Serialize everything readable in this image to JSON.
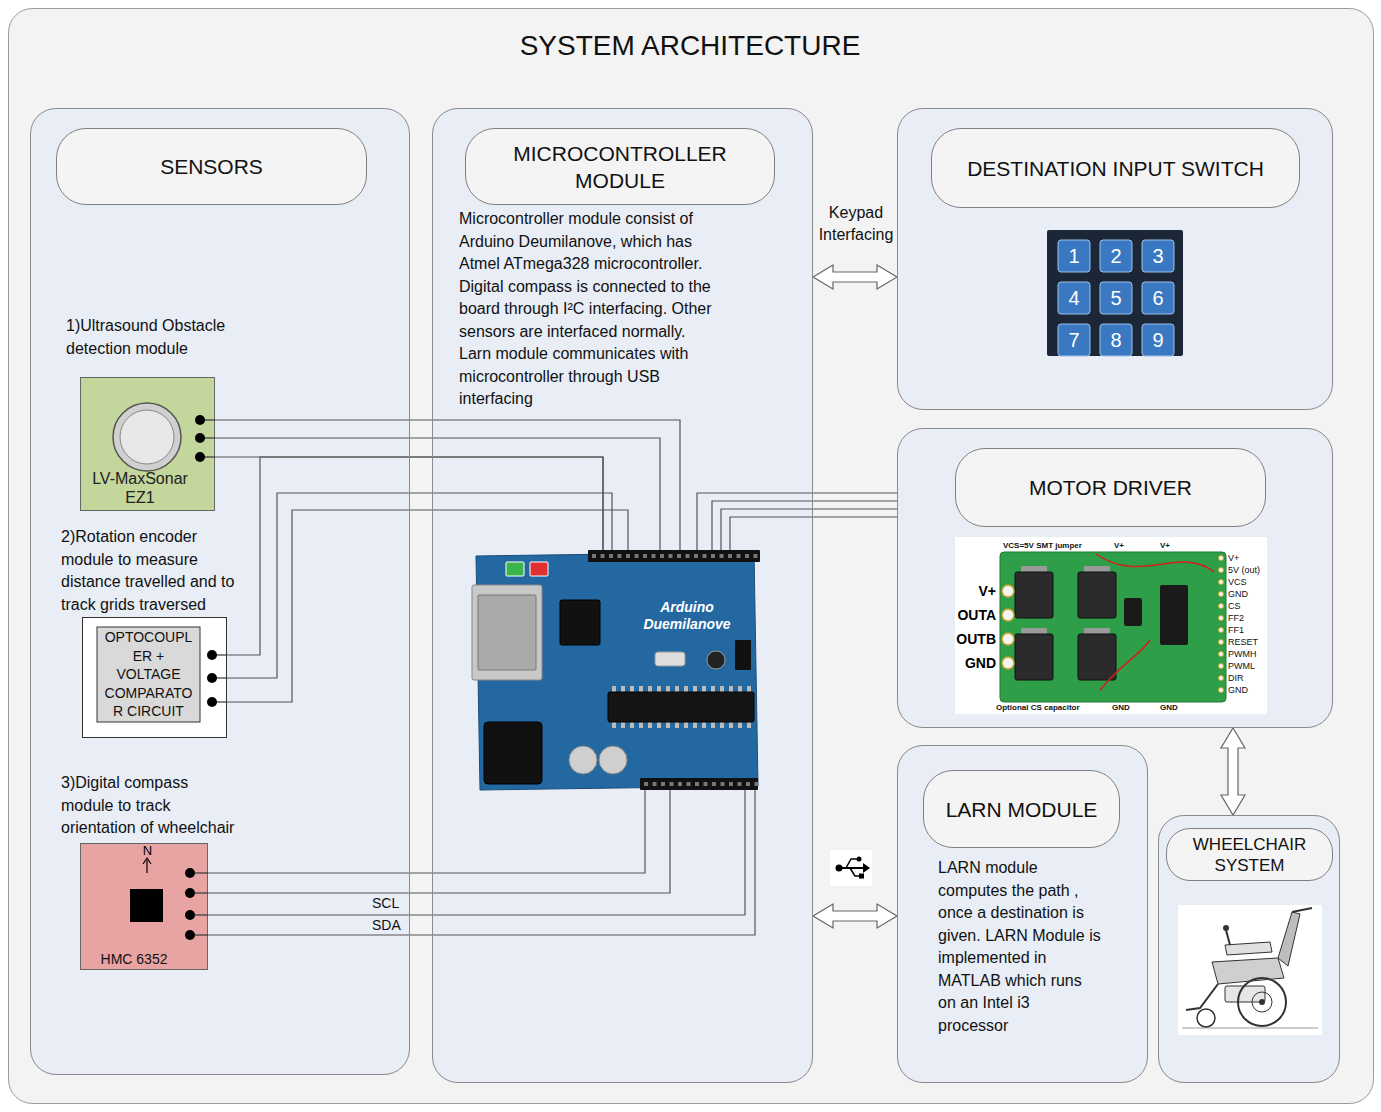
{
  "diagram": {
    "title": "SYSTEM ARCHITECTURE",
    "nodes": [
      {
        "text": [
          "SENSORS"
        ]
      },
      {
        "text": [
          "1)Ultrasound Obstacle detection module",
          "LV-MaxSonar EZ1"
        ],
        "in": 0
      },
      {
        "text": [
          "2)Rotation encoder module to measure distance travelled and to track grids traversed",
          "OPTOCOUPLER + VOLTAGE COMPARATOR CIRCUIT"
        ],
        "in": 0
      },
      {
        "text": [
          "3)Digital compass module to track orientation of wheelchair",
          "HMC 6352"
        ],
        "in": 0
      },
      {
        "text": [
          "MICROCONTROLLER MODULE",
          "Microcontroller module consist of Arduino Deumilanove, which has Atmel ATmega328 microcontroller. Digital compass is connected to the board through I²C interfacing. Other sensors are interfaced normally. Larn module communicates with microcontroller through USB interfacing"
        ]
      },
      {
        "text": [
          "Arduino Duemilanove"
        ],
        "in": 4
      },
      {
        "text": [
          "DESTINATION INPUT SWITCH"
        ]
      },
      {
        "text": [
          "MOTOR DRIVER"
        ]
      },
      {
        "text": [
          "LARN MODULE",
          "LARN module computes the path , once a destination is given. LARN Module is implemented in MATLAB which runs on an Intel i3 processor"
        ]
      },
      {
        "text": [
          "WHEELCHAIR SYSTEM"
        ]
      }
    ],
    "edges": [
      {
        "from": 1,
        "to": 5,
        "arrow": "none"
      },
      {
        "from": 1,
        "to": 5,
        "arrow": "none"
      },
      {
        "from": 1,
        "to": 5,
        "arrow": "none"
      },
      {
        "from": 2,
        "to": 5,
        "arrow": "none"
      },
      {
        "from": 2,
        "to": 5,
        "arrow": "none"
      },
      {
        "from": 2,
        "to": 5,
        "arrow": "none"
      },
      {
        "from": 7,
        "to": 5,
        "arrow": "none"
      },
      {
        "from": 7,
        "to": 5,
        "arrow": "none"
      },
      {
        "from": 7,
        "to": 5,
        "arrow": "none"
      },
      {
        "from": 7,
        "to": 5,
        "arrow": "none"
      },
      {
        "from": 3,
        "to": 5,
        "arrow": "none"
      },
      {
        "from": 3,
        "to": 5,
        "arrow": "none"
      },
      {
        "from": 3,
        "to": 5,
        "label": "SCL",
        "arrow": "none"
      },
      {
        "from": 3,
        "to": 5,
        "label": "SDA",
        "arrow": "none"
      },
      {
        "from": 4,
        "to": 6,
        "label": "Keypad Interfacing",
        "arrow": "both"
      },
      {
        "from": 4,
        "to": 8,
        "arrow": "both"
      },
      {
        "from": 7,
        "to": 9,
        "arrow": "both"
      }
    ],
    "labels": [
      "N",
      "1",
      "2",
      "3",
      "4",
      "5",
      "6",
      "7",
      "8",
      "9",
      "VCS=5V SMT jumper",
      "V+",
      "V+",
      "V+",
      "OUTA",
      "OUTB",
      "GND",
      "V+",
      "5V (out)",
      "VCS",
      "GND",
      "CS",
      "FF2",
      "FF1",
      "RESET",
      "PWMH",
      "PWML",
      "DIR",
      "GND",
      "Optional CS capacitor",
      "GND",
      "GND"
    ]
  }
}
